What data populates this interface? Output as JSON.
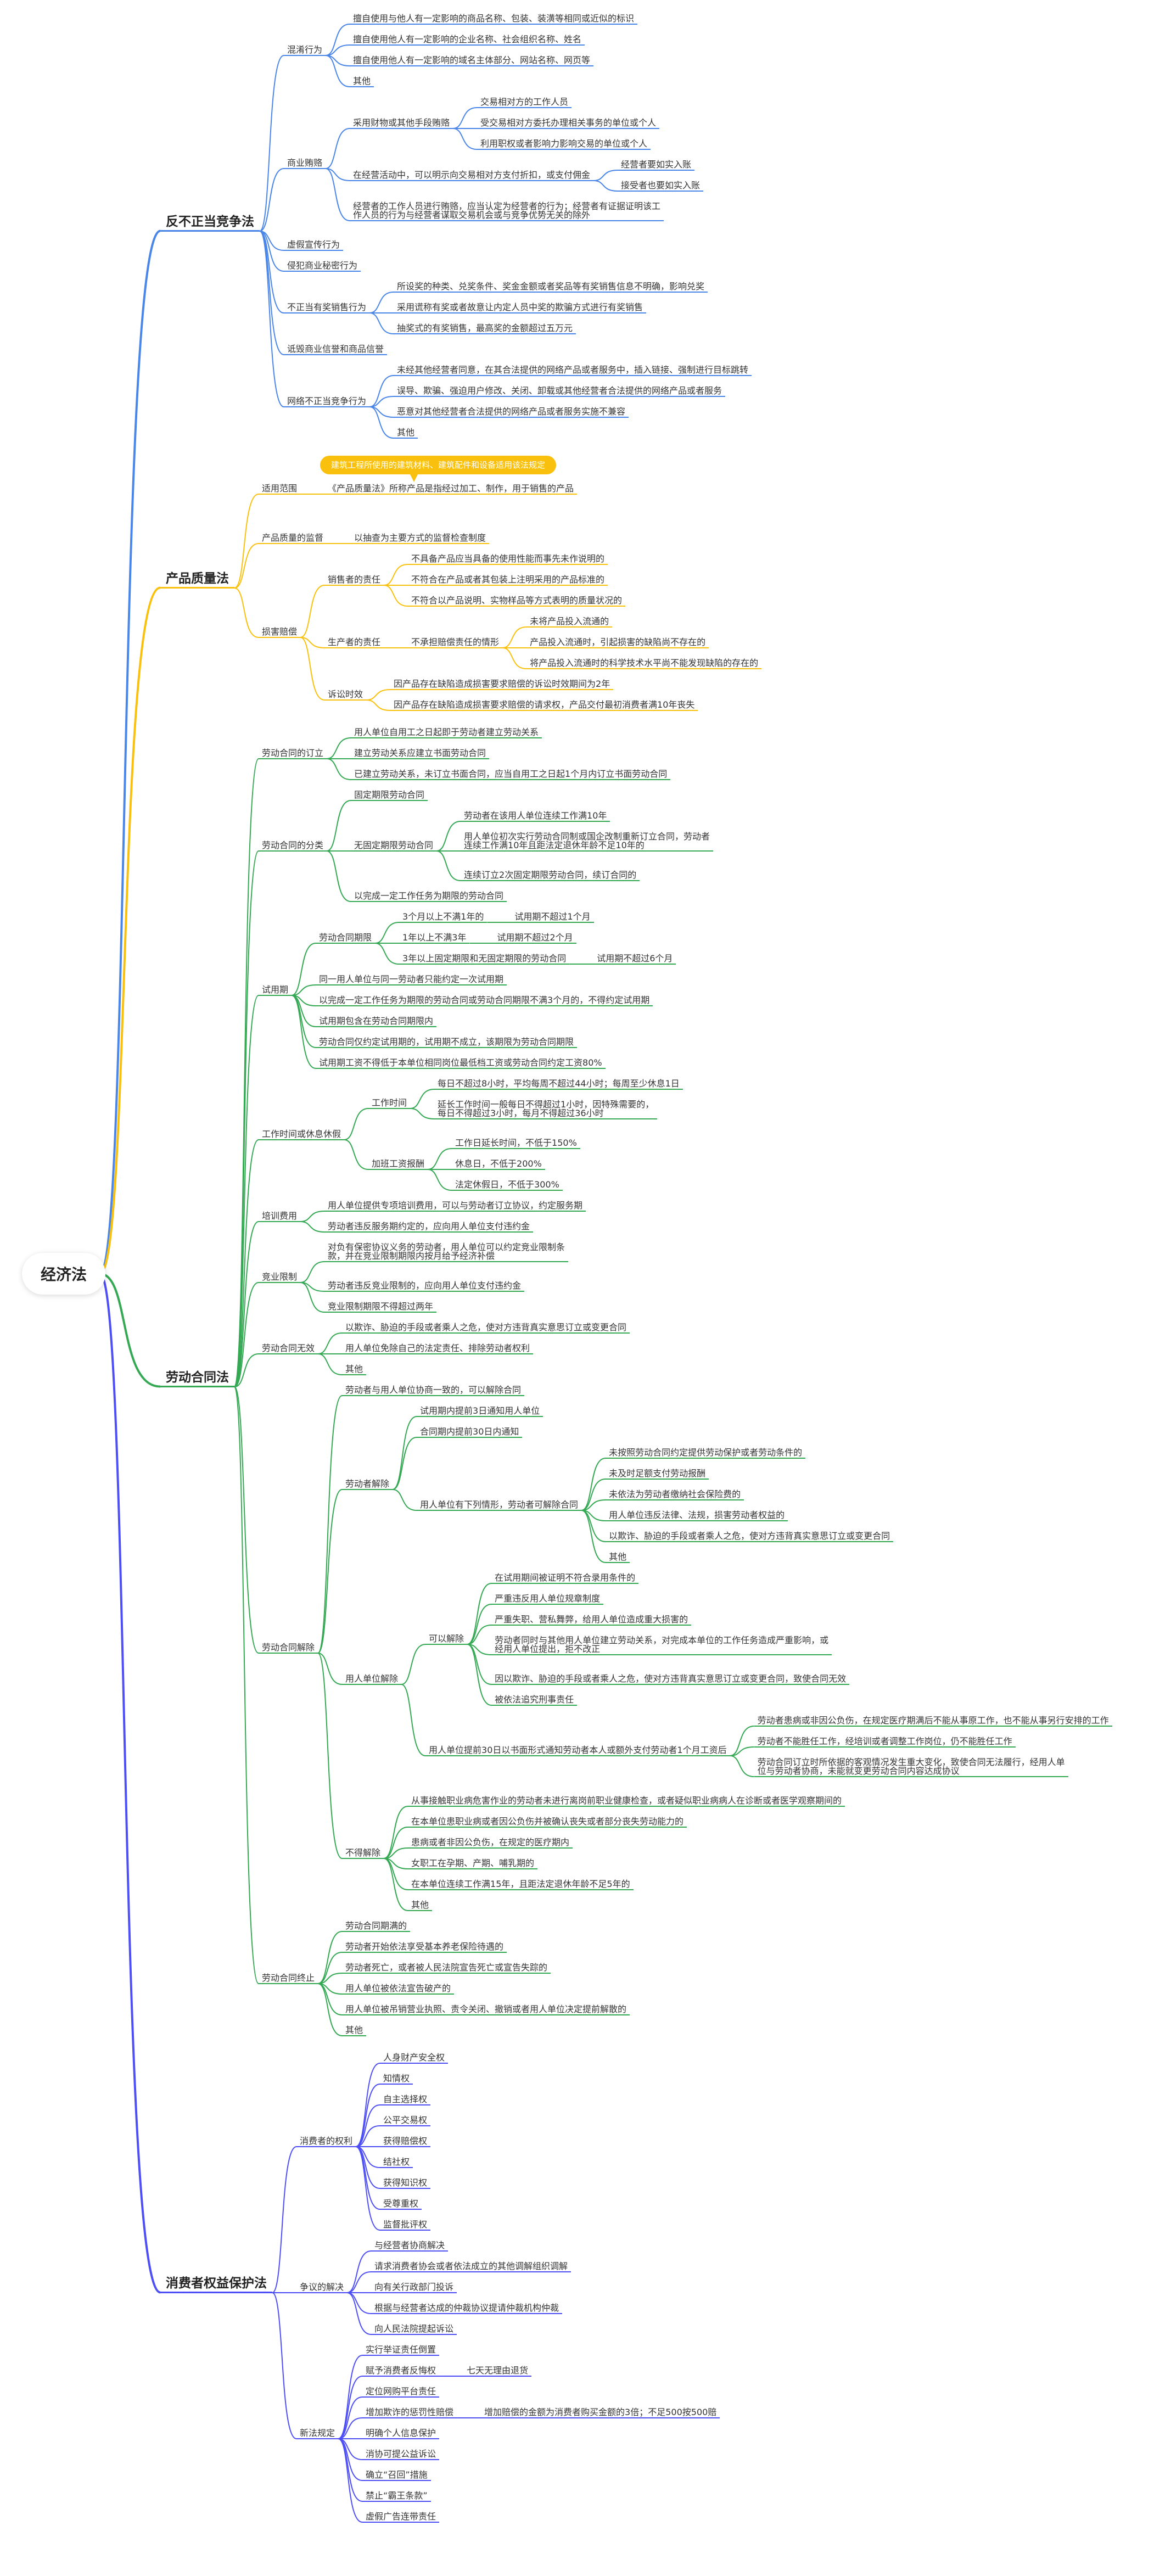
{
  "branch_colors": [
    "#4A86E8",
    "#F9C10E",
    "#34A853",
    "#4E4EF7"
  ],
  "root": {
    "label": "经济法",
    "children": [
      {
        "label": "反不正当竞争法",
        "children": [
          {
            "label": "混淆行为",
            "children": [
              {
                "label": "擅自使用与他人有一定影响的商品名称、包装、装潢等相同或近似的标识"
              },
              {
                "label": "擅自使用他人有一定影响的企业名称、社会组织名称、姓名"
              },
              {
                "label": "擅自使用他人有一定影响的域名主体部分、网站名称、网页等"
              },
              {
                "label": "其他"
              }
            ]
          },
          {
            "label": "商业贿赂",
            "children": [
              {
                "label": "采用财物或其他手段贿赂",
                "children": [
                  {
                    "label": "交易相对方的工作人员"
                  },
                  {
                    "label": "受交易相对方委托办理相关事务的单位或个人"
                  },
                  {
                    "label": "利用职权或者影响力影响交易的单位或个人"
                  }
                ]
              },
              {
                "label": "在经营活动中，可以明示向交易相对方支付折扣，或支付佣金",
                "children": [
                  {
                    "label": "经营者要如实入账"
                  },
                  {
                    "label": "接受者也要如实入账"
                  }
                ]
              },
              {
                "label": "经营者的工作人员进行贿赂，应当认定为经营者的行为；经营者有证据证明该工\n作人员的行为与经营者谋取交易机会或与竞争优势无关的除外"
              }
            ]
          },
          {
            "label": "虚假宣传行为"
          },
          {
            "label": "侵犯商业秘密行为"
          },
          {
            "label": "不正当有奖销售行为",
            "children": [
              {
                "label": "所设奖的种类、兑奖条件、奖金金额或者奖品等有奖销售信息不明确，影响兑奖"
              },
              {
                "label": "采用谎称有奖或者故意让内定人员中奖的欺骗方式进行有奖销售"
              },
              {
                "label": "抽奖式的有奖销售，最高奖的金额超过五万元"
              }
            ]
          },
          {
            "label": "诋毁商业信誉和商品信誉"
          },
          {
            "label": "网络不正当竞争行为",
            "children": [
              {
                "label": "未经其他经营者同意，在其合法提供的网络产品或者服务中，插入链接、强制进行目标跳转"
              },
              {
                "label": "误导、欺骗、强迫用户修改、关闭、卸载或其他经营者合法提供的网络产品或者服务"
              },
              {
                "label": "恶意对其他经营者合法提供的网络产品或者服务实施不兼容"
              },
              {
                "label": "其他"
              }
            ]
          }
        ]
      },
      {
        "label": "产品质量法",
        "children": [
          {
            "label": "适用范围",
            "children": [
              {
                "label": "《产品质量法》所称产品是指经过加工、制作，用于销售的产品",
                "note": "建筑工程所使用的建筑材料、建筑配件和设备适用该法规定"
              }
            ]
          },
          {
            "label": "产品质量的监督",
            "children": [
              {
                "label": "以抽查为主要方式的监督检查制度"
              }
            ]
          },
          {
            "label": "损害赔偿",
            "children": [
              {
                "label": "销售者的责任",
                "children": [
                  {
                    "label": "不具备产品应当具备的使用性能而事先未作说明的"
                  },
                  {
                    "label": "不符合在产品或者其包装上注明采用的产品标准的"
                  },
                  {
                    "label": "不符合以产品说明、实物样品等方式表明的质量状况的"
                  }
                ]
              },
              {
                "label": "生产者的责任",
                "children": [
                  {
                    "label": "不承担赔偿责任的情形",
                    "children": [
                      {
                        "label": "未将产品投入流通的"
                      },
                      {
                        "label": "产品投入流通时，引起损害的缺陷尚不存在的"
                      },
                      {
                        "label": "将产品投入流通时的科学技术水平尚不能发现缺陷的存在的"
                      }
                    ]
                  }
                ]
              },
              {
                "label": "诉讼时效",
                "children": [
                  {
                    "label": "因产品存在缺陷造成损害要求赔偿的诉讼时效期间为2年"
                  },
                  {
                    "label": "因产品存在缺陷造成损害要求赔偿的请求权，产品交付最初消费者满10年丧失"
                  }
                ]
              }
            ]
          }
        ]
      },
      {
        "label": "劳动合同法",
        "children": [
          {
            "label": "劳动合同的订立",
            "children": [
              {
                "label": "用人单位自用工之日起即于劳动者建立劳动关系"
              },
              {
                "label": "建立劳动关系应建立书面劳动合同"
              },
              {
                "label": "已建立劳动关系，未订立书面合同，应当自用工之日起1个月内订立书面劳动合同"
              }
            ]
          },
          {
            "label": "劳动合同的分类",
            "children": [
              {
                "label": "固定期限劳动合同"
              },
              {
                "label": "无固定期限劳动合同",
                "children": [
                  {
                    "label": "劳动者在该用人单位连续工作满10年"
                  },
                  {
                    "label": "用人单位初次实行劳动合同制或国企改制重新订立合同，劳动者\n连续工作满10年且距法定退休年龄不足10年的"
                  },
                  {
                    "label": "连续订立2次固定期限劳动合同，续订合同的"
                  }
                ]
              },
              {
                "label": "以完成一定工作任务为期限的劳动合同"
              }
            ]
          },
          {
            "label": "试用期",
            "children": [
              {
                "label": "劳动合同期限",
                "children": [
                  {
                    "label": "3个月以上不满1年的",
                    "children": [
                      {
                        "label": "试用期不超过1个月"
                      }
                    ]
                  },
                  {
                    "label": "1年以上不满3年",
                    "children": [
                      {
                        "label": "试用期不超过2个月"
                      }
                    ]
                  },
                  {
                    "label": "3年以上固定期限和无固定期限的劳动合同",
                    "children": [
                      {
                        "label": "试用期不超过6个月"
                      }
                    ]
                  }
                ]
              },
              {
                "label": "同一用人单位与同一劳动者只能约定一次试用期"
              },
              {
                "label": "以完成一定工作任务为期限的劳动合同或劳动合同期限不满3个月的，不得约定试用期"
              },
              {
                "label": "试用期包含在劳动合同期限内"
              },
              {
                "label": "劳动合同仅约定试用期的，试用期不成立，该期限为劳动合同期限"
              },
              {
                "label": "试用期工资不得低于本单位相同岗位最低档工资或劳动合同约定工资80%"
              }
            ]
          },
          {
            "label": "工作时间或休息休假",
            "children": [
              {
                "label": "工作时间",
                "children": [
                  {
                    "label": "每日不超过8小时，平均每周不超过44小时；每周至少休息1日"
                  },
                  {
                    "label": "延长工作时间一般每日不得超过1小时，因特殊需要的，\n每日不得超过3小时，每月不得超过36小时"
                  }
                ]
              },
              {
                "label": "加班工资报酬",
                "children": [
                  {
                    "label": "工作日延长时间，不低于150%"
                  },
                  {
                    "label": "休息日，不低于200%"
                  },
                  {
                    "label": "法定休假日，不低于300%"
                  }
                ]
              }
            ]
          },
          {
            "label": "培训费用",
            "children": [
              {
                "label": "用人单位提供专项培训费用，可以与劳动者订立协议，约定服务期"
              },
              {
                "label": "劳动者违反服务期约定的，应向用人单位支付违约金"
              }
            ]
          },
          {
            "label": "竞业限制",
            "children": [
              {
                "label": "对负有保密协议义务的劳动者，用人单位可以约定竞业限制条\n款，并在竞业限制期限内按月给予经济补偿"
              },
              {
                "label": "劳动者违反竞业限制的，应向用人单位支付违约金"
              },
              {
                "label": "竞业限制期限不得超过两年"
              }
            ]
          },
          {
            "label": "劳动合同无效",
            "children": [
              {
                "label": "以欺诈、胁迫的手段或者乘人之危，使对方违背真实意思订立或变更合同"
              },
              {
                "label": "用人单位免除自己的法定责任、排除劳动者权利"
              },
              {
                "label": "其他"
              }
            ]
          },
          {
            "label": "劳动合同解除",
            "children": [
              {
                "label": "劳动者与用人单位协商一致的，可以解除合同"
              },
              {
                "label": "劳动者解除",
                "children": [
                  {
                    "label": "试用期内提前3日通知用人单位"
                  },
                  {
                    "label": "合同期内提前30日内通知"
                  },
                  {
                    "label": "用人单位有下列情形，劳动者可解除合同",
                    "children": [
                      {
                        "label": "未按照劳动合同约定提供劳动保护或者劳动条件的"
                      },
                      {
                        "label": "未及时足额支付劳动报酬"
                      },
                      {
                        "label": "未依法为劳动者缴纳社会保险费的"
                      },
                      {
                        "label": "用人单位违反法律、法规，损害劳动者权益的"
                      },
                      {
                        "label": "以欺诈、胁迫的手段或者乘人之危，使对方违背真实意思订立或变更合同"
                      },
                      {
                        "label": "其他"
                      }
                    ]
                  }
                ]
              },
              {
                "label": "用人单位解除",
                "children": [
                  {
                    "label": "可以解除",
                    "children": [
                      {
                        "label": "在试用期间被证明不符合录用条件的"
                      },
                      {
                        "label": "严重违反用人单位规章制度"
                      },
                      {
                        "label": "严重失职、营私舞弊，给用人单位造成重大损害的"
                      },
                      {
                        "label": "劳动者同时与其他用人单位建立劳动关系，对完成本单位的工作任务造成严重影响，或\n经用人单位提出，拒不改正"
                      },
                      {
                        "label": "因以欺诈、胁迫的手段或者乘人之危，使对方违背真实意思订立或变更合同，致使合同无效"
                      },
                      {
                        "label": "被依法追究刑事责任"
                      }
                    ]
                  },
                  {
                    "label": "用人单位提前30日以书面形式通知劳动者本人或额外支付劳动者1个月工资后",
                    "children": [
                      {
                        "label": "劳动者患病或非因公负伤，在规定医疗期满后不能从事原工作，也不能从事另行安排的工作"
                      },
                      {
                        "label": "劳动者不能胜任工作，经培训或者调整工作岗位，仍不能胜任工作"
                      },
                      {
                        "label": "劳动合同订立时所依据的客观情况发生重大变化，致使合同无法履行，经用人单\n位与劳动者协商，未能就变更劳动合同内容达成协议"
                      }
                    ]
                  }
                ]
              },
              {
                "label": "不得解除",
                "children": [
                  {
                    "label": "从事接触职业病危害作业的劳动者未进行离岗前职业健康检查，或者疑似职业病病人在诊断或者医学观察期间的"
                  },
                  {
                    "label": "在本单位患职业病或者因公负伤并被确认丧失或者部分丧失劳动能力的"
                  },
                  {
                    "label": "患病或者非因公负伤，在规定的医疗期内"
                  },
                  {
                    "label": "女职工在孕期、产期、哺乳期的"
                  },
                  {
                    "label": "在本单位连续工作满15年，且距法定退休年龄不足5年的"
                  },
                  {
                    "label": "其他"
                  }
                ]
              }
            ]
          },
          {
            "label": "劳动合同终止",
            "children": [
              {
                "label": "劳动合同期满的"
              },
              {
                "label": "劳动者开始依法享受基本养老保险待遇的"
              },
              {
                "label": "劳动者死亡，或者被人民法院宣告死亡或宣告失踪的"
              },
              {
                "label": "用人单位被依法宣告破产的"
              },
              {
                "label": "用人单位被吊销营业执照、责令关闭、撤销或者用人单位决定提前解散的"
              },
              {
                "label": "其他"
              }
            ]
          }
        ]
      },
      {
        "label": "消费者权益保护法",
        "children": [
          {
            "label": "消费者的权利",
            "children": [
              {
                "label": "人身财产安全权"
              },
              {
                "label": "知情权"
              },
              {
                "label": "自主选择权"
              },
              {
                "label": "公平交易权"
              },
              {
                "label": "获得赔偿权"
              },
              {
                "label": "结社权"
              },
              {
                "label": "获得知识权"
              },
              {
                "label": "受尊重权"
              },
              {
                "label": "监督批评权"
              }
            ]
          },
          {
            "label": "争议的解决",
            "children": [
              {
                "label": "与经营者协商解决"
              },
              {
                "label": "请求消费者协会或者依法成立的其他调解组织调解"
              },
              {
                "label": "向有关行政部门投诉"
              },
              {
                "label": "根据与经营者达成的仲裁协议提请仲裁机构仲裁"
              },
              {
                "label": "向人民法院提起诉讼"
              }
            ]
          },
          {
            "label": "新法规定",
            "children": [
              {
                "label": "实行举证责任倒置"
              },
              {
                "label": "赋予消费者反悔权",
                "children": [
                  {
                    "label": "七天无理由退货"
                  }
                ]
              },
              {
                "label": "定位网购平台责任"
              },
              {
                "label": "增加欺诈的惩罚性赔偿",
                "children": [
                  {
                    "label": "增加赔偿的金额为消费者购买金额的3倍；不足500按500赔"
                  }
                ]
              },
              {
                "label": "明确个人信息保护"
              },
              {
                "label": "消协可提公益诉讼"
              },
              {
                "label": "确立“召回”措施"
              },
              {
                "label": "禁止“霸王条款”"
              },
              {
                "label": "虚假广告连带责任"
              }
            ]
          }
        ]
      }
    ]
  }
}
